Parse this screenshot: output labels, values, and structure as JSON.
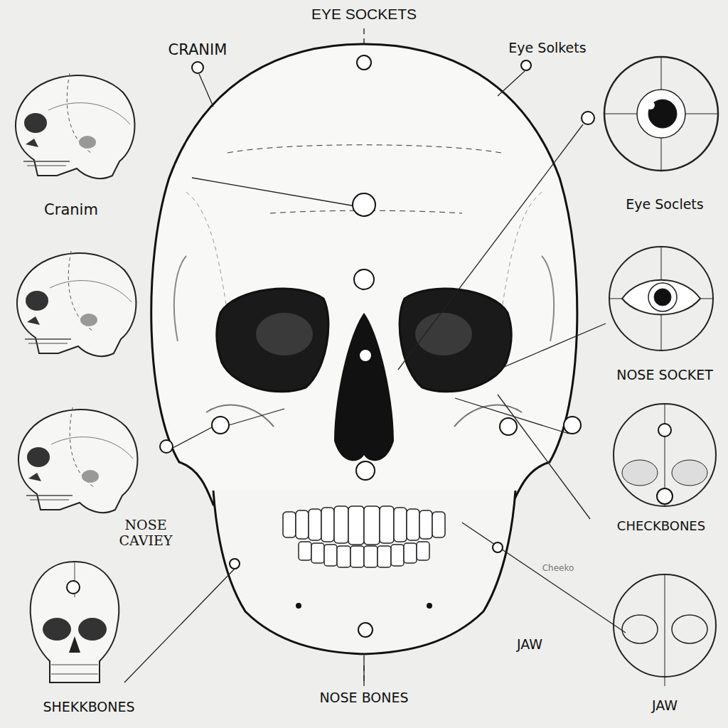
{
  "diagram": {
    "labels": [
      "EYE SOCKETS",
      "CRANIM",
      "Eye Solkets",
      "Cranim",
      "Eye Soclets",
      "NOSE SOCKET",
      "NOSE CAVIEY",
      "CHECKBONES",
      "Cheeko",
      "JAW",
      "SHEKKBONES",
      "NOSE BONES",
      "JAW"
    ]
  }
}
